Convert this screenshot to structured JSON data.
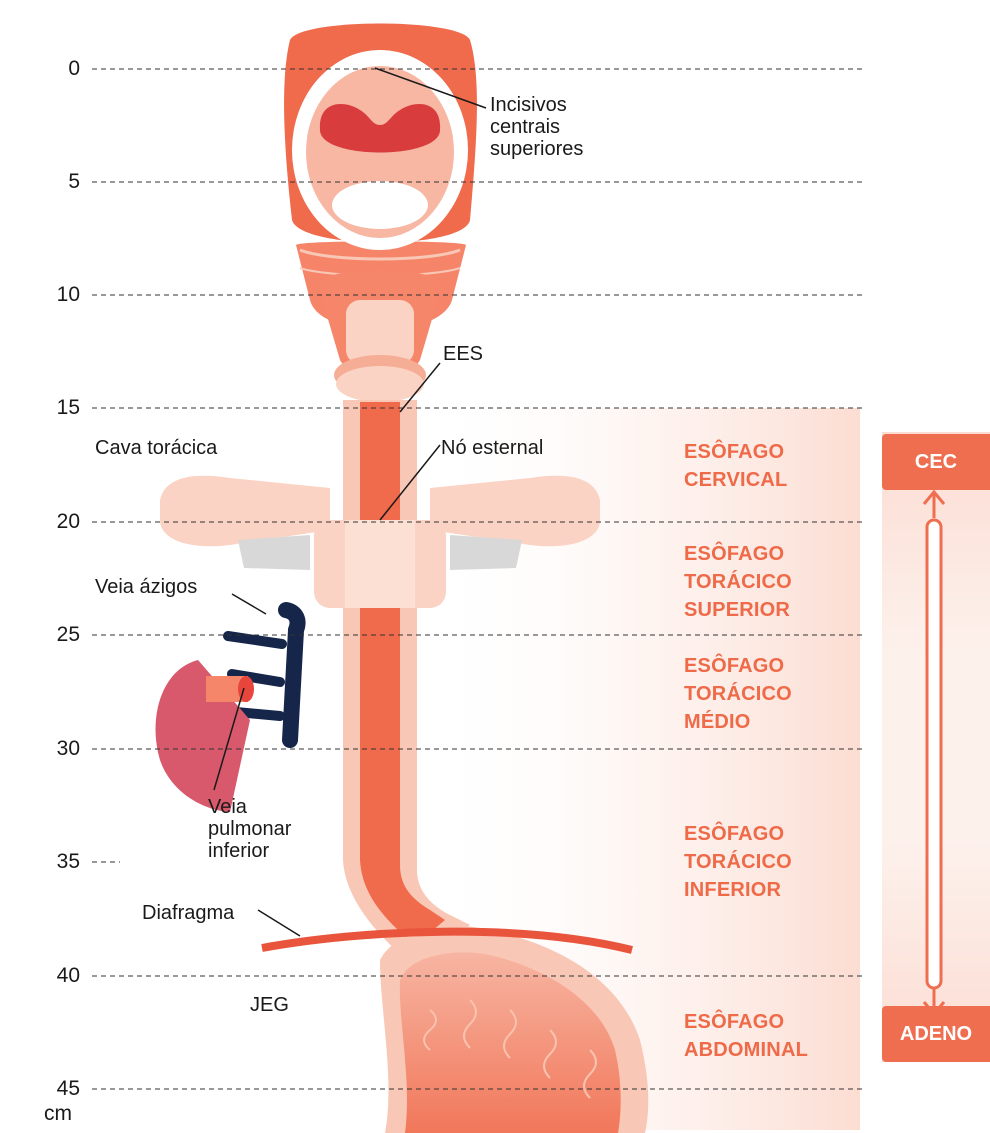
{
  "ruler": {
    "ticks": [
      "0",
      "5",
      "10",
      "15",
      "20",
      "25",
      "30",
      "35",
      "40",
      "45"
    ],
    "unit": "cm"
  },
  "labels": {
    "incisors": [
      "Incisivos",
      "centrais",
      "superiores"
    ],
    "ees": "EES",
    "cava": "Cava torácica",
    "sternal_node": "Nó esternal",
    "azygos": "Veia ázigos",
    "pulmonary_vein": [
      "Veia",
      "pulmonar",
      "inferior"
    ],
    "diaphragm": "Diafragma",
    "jeg": "JEG"
  },
  "regions": [
    {
      "lines": [
        "ESÔFAGO",
        "CERVICAL"
      ]
    },
    {
      "lines": [
        "ESÔFAGO",
        "TORÁCICO",
        "SUPERIOR"
      ]
    },
    {
      "lines": [
        "ESÔFAGO",
        "TORÁCICO",
        "MÉDIO"
      ]
    },
    {
      "lines": [
        "ESÔFAGO",
        "TORÁCICO",
        "INFERIOR"
      ]
    },
    {
      "lines": [
        "ESÔFAGO",
        "ABDOMINAL"
      ]
    }
  ],
  "histology": {
    "top": "CEC",
    "bottom": "ADENO"
  },
  "colors": {
    "accent": "#ee6a48",
    "esophagus": "#f06a4c",
    "tissue": "#f8c8b4",
    "vein": "#16254a",
    "lung": "#d8596b",
    "badge": "#ef6e4f"
  }
}
